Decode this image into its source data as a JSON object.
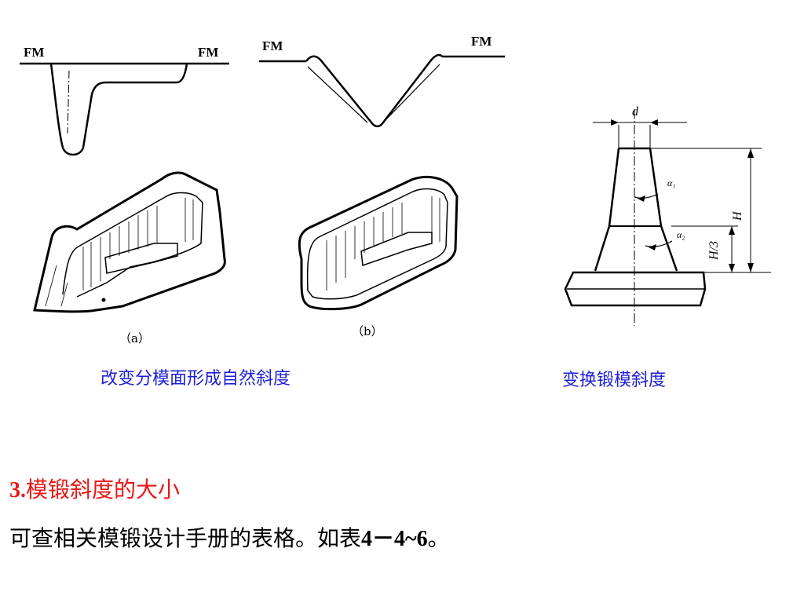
{
  "figure_a": {
    "fm_left": "FM",
    "fm_right": "FM",
    "label": "（a）"
  },
  "figure_b": {
    "fm_left": "FM",
    "fm_right": "FM",
    "label": "（b）"
  },
  "figure_c": {
    "dim_d": "d",
    "dim_H": "H",
    "dim_H3": "H/3",
    "alpha1": "α₁",
    "alpha2": "α₂"
  },
  "captions": {
    "left": "改变分模面形成自然斜度",
    "right": "变换锻模斜度"
  },
  "section": {
    "heading_number": "3.",
    "heading_text": "模锻斜度的大小",
    "body_text": "可查相关模锻设计手册的表格。如表",
    "body_ref": "4－4~6",
    "body_end": "。"
  }
}
